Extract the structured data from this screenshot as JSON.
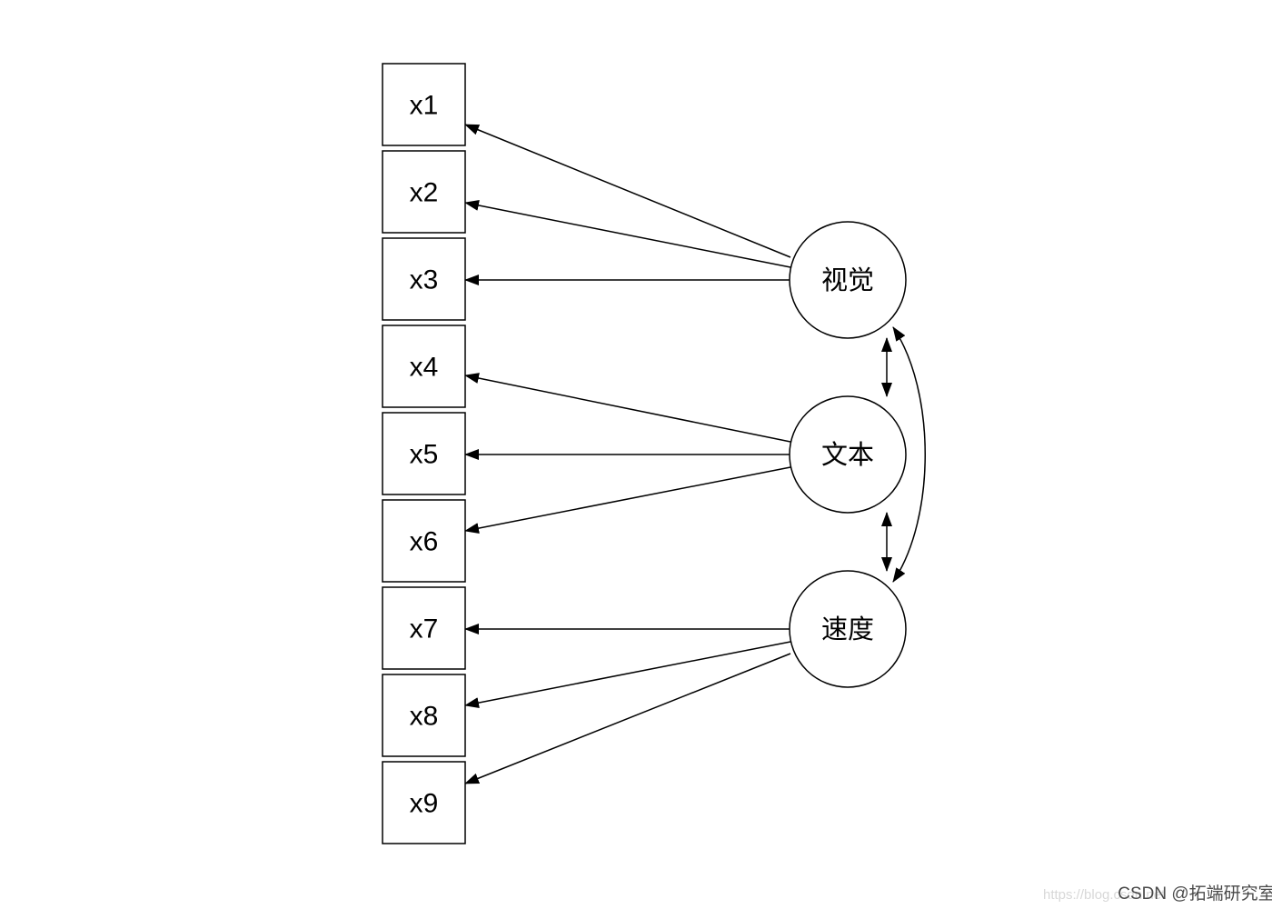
{
  "diagram": {
    "observed": [
      {
        "id": "x1",
        "label": "x1"
      },
      {
        "id": "x2",
        "label": "x2"
      },
      {
        "id": "x3",
        "label": "x3"
      },
      {
        "id": "x4",
        "label": "x4"
      },
      {
        "id": "x5",
        "label": "x5"
      },
      {
        "id": "x6",
        "label": "x6"
      },
      {
        "id": "x7",
        "label": "x7"
      },
      {
        "id": "x8",
        "label": "x8"
      },
      {
        "id": "x9",
        "label": "x9"
      }
    ],
    "latent": [
      {
        "id": "visual",
        "label": "视觉",
        "indicators": [
          "x1",
          "x2",
          "x3"
        ]
      },
      {
        "id": "text",
        "label": "文本",
        "indicators": [
          "x4",
          "x5",
          "x6"
        ]
      },
      {
        "id": "speed",
        "label": "速度",
        "indicators": [
          "x7",
          "x8",
          "x9"
        ]
      }
    ],
    "covariances": [
      {
        "from": "visual",
        "to": "text"
      },
      {
        "from": "text",
        "to": "speed"
      },
      {
        "from": "visual",
        "to": "speed"
      }
    ]
  },
  "watermark": {
    "url": "https://blog.csdn.net",
    "brand": "CSDN @拓端研究室"
  }
}
